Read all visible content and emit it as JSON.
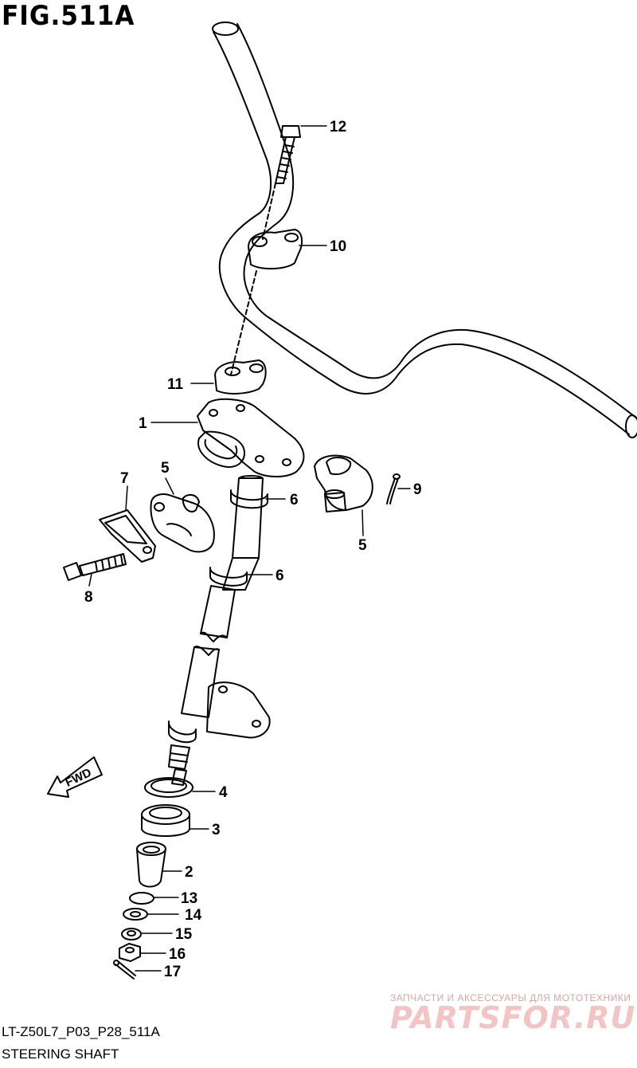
{
  "title": "FIG.511A",
  "fwd_label": "FWD",
  "callouts": [
    {
      "id": "1",
      "text": "1"
    },
    {
      "id": "2",
      "text": "2"
    },
    {
      "id": "3",
      "text": "3"
    },
    {
      "id": "4",
      "text": "4"
    },
    {
      "id": "5a",
      "text": "5"
    },
    {
      "id": "5b",
      "text": "5"
    },
    {
      "id": "6a",
      "text": "6"
    },
    {
      "id": "6b",
      "text": "6"
    },
    {
      "id": "7",
      "text": "7"
    },
    {
      "id": "8",
      "text": "8"
    },
    {
      "id": "9",
      "text": "9"
    },
    {
      "id": "10",
      "text": "10"
    },
    {
      "id": "11",
      "text": "11"
    },
    {
      "id": "12",
      "text": "12"
    },
    {
      "id": "13",
      "text": "13"
    },
    {
      "id": "14",
      "text": "14"
    },
    {
      "id": "15",
      "text": "15"
    },
    {
      "id": "16",
      "text": "16"
    },
    {
      "id": "17",
      "text": "17"
    }
  ],
  "footer": {
    "code": "LT-Z50L7_P03_P28_511A",
    "caption": "STEERING SHAFT"
  },
  "watermark": {
    "tagline": "ЗАПЧАСТИ И АКСЕССУАРЫ ДЛЯ МОТОТЕХНИКИ",
    "brand": "PARTSFOR.RU"
  }
}
